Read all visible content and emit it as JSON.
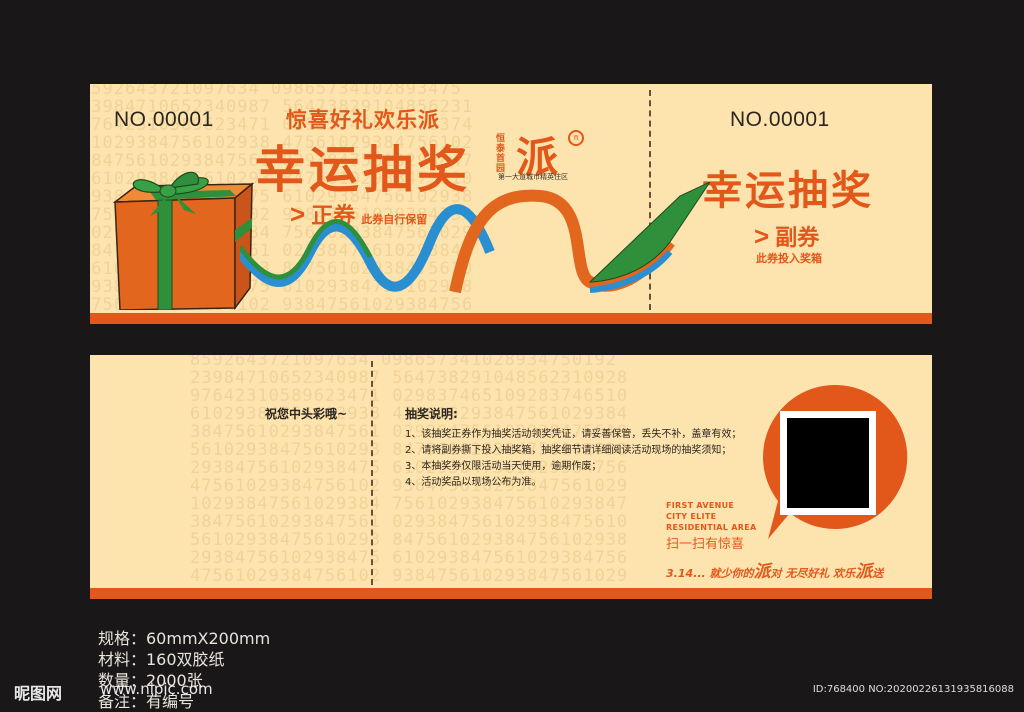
{
  "front": {
    "serial_main": "NO.00001",
    "serial_stub": "NO.00001",
    "slogan": "惊喜好礼欢乐派",
    "title_main": "幸运抽奖",
    "title_stub": "幸运抽奖",
    "brand": {
      "vertical_text": "恒泰首园",
      "logo_char": "派",
      "sub_text": "第一大道城市精英住区"
    },
    "main_label": "正券",
    "main_note": "此券自行保留",
    "stub_label": "副券",
    "stub_note": "此券投入奖箱"
  },
  "back": {
    "wish": "祝您中头彩哦~",
    "rules_title": "抽奖说明:",
    "rules": [
      "1、该抽奖正券作为抽奖活动领奖凭证，请妥善保管，丢失不补，盖章有效；",
      "2、请将副券撕下投入抽奖箱，抽奖细节请详细阅读活动现场的抽奖须知；",
      "3、本抽奖券仅限活动当天使用，逾期作废；",
      "4、活动奖品以现场公布为准。"
    ],
    "english_lines": [
      "FIRST AVENUE",
      "CITY ELITE",
      "RESIDENTIAL AREA"
    ],
    "scan_text": "扫一扫有惊喜",
    "tagline": {
      "part1": "3.14... 就少你的",
      "pai1": "派",
      "part2": "对  无尽好礼  欢乐",
      "pai2": "派",
      "part3": "送"
    }
  },
  "specs": [
    "规格：60mmX200mm",
    "材料：160双胶纸",
    "数量：2000张",
    "备注：有编号"
  ],
  "watermark": {
    "site": "昵图网",
    "url": "www.nipic.com",
    "id": "ID:768400 NO:20200226131935816088"
  },
  "colors": {
    "ticket_bg": "#fde4ae",
    "accent": "#e2571a",
    "page_bg": "#1a1718",
    "ribbon_green": "#2f8f3a",
    "ribbon_blue": "#2a8fd0"
  }
}
